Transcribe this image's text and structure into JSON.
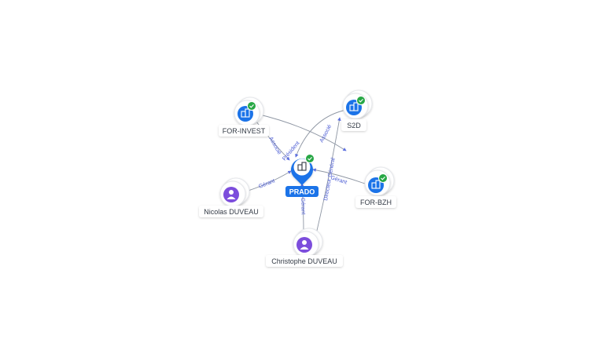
{
  "graph": {
    "center": {
      "label": "PRADO",
      "icon": "company-icon",
      "verified": true
    },
    "companies": [
      {
        "id": "for-invest",
        "label": "FOR-INVEST",
        "icon": "company-icon",
        "verified": true
      },
      {
        "id": "s2d",
        "label": "S2D",
        "icon": "company-icon",
        "verified": true
      },
      {
        "id": "for-bzh",
        "label": "FOR-BZH",
        "icon": "company-icon",
        "verified": true
      }
    ],
    "people": [
      {
        "id": "nicolas",
        "label": "Nicolas DUVEAU",
        "icon": "person-icon"
      },
      {
        "id": "christophe",
        "label": "Christophe DUVEAU",
        "icon": "person-icon"
      }
    ],
    "edge_labels": {
      "forinvest_prado": "Associé",
      "forinvest_s2d": "Président",
      "s2d_prado": "Associé",
      "nicolas_prado": "Gérant",
      "christophe_prado": "Gérant",
      "christophe_s2d": "Directeur Général",
      "forbzh_prado": "Gérant"
    }
  },
  "colors": {
    "company_fill": "#1b73e8",
    "person_fill": "#7c4ddc",
    "center_fill": "#1b73e8",
    "verified_fill": "#27a745",
    "edge": "#8e96a3",
    "edge_label": "#4a5bd4"
  }
}
